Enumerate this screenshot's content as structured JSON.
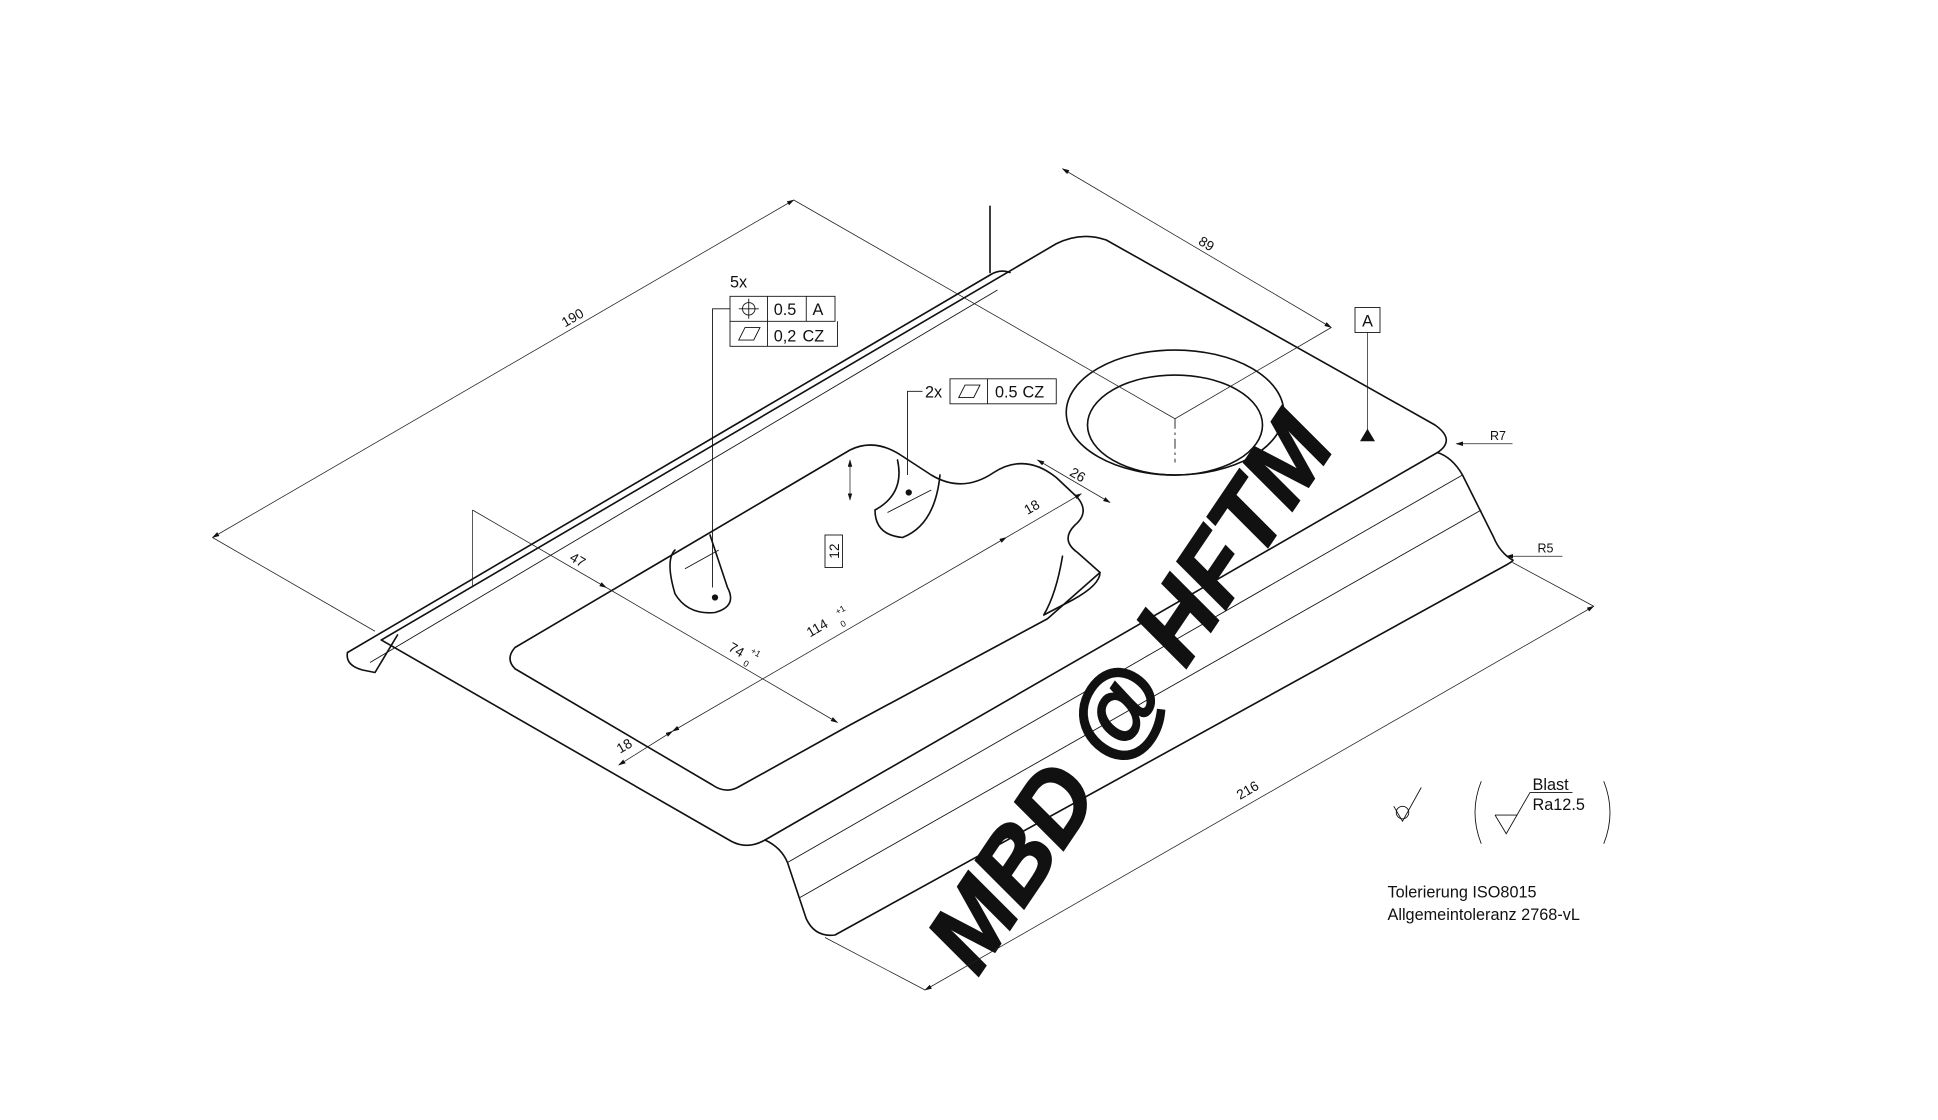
{
  "drawing": {
    "emboss_text": "MBD @ HFTM",
    "dimensions": {
      "length_190": "190",
      "width_89": "89",
      "length_216": "216",
      "offset_47": "47",
      "cutout_114": "114",
      "cutout_114_upper": "+1",
      "cutout_114_lower": "0",
      "cutout_74": "74",
      "cutout_74_upper": "+1",
      "cutout_74_lower": "0",
      "edge_18": "18",
      "notch_26": "26",
      "notch_18": "18",
      "height_12": "12",
      "radius_r7": "R7",
      "radius_r5": "R5"
    },
    "datum": "A",
    "fcf_5x": {
      "count": "5x",
      "position_tol": "0.5",
      "position_datum": "A",
      "flatness_tol": "0,2",
      "flatness_mod": "CZ"
    },
    "fcf_2x": {
      "count": "2x",
      "flatness_tol": "0.5",
      "flatness_mod": "CZ"
    },
    "surface": {
      "process": "Blast",
      "roughness": "Ra12.5"
    },
    "notes": {
      "line1": "Tolerierung ISO8015",
      "line2": "Allgemeintoleranz 2768-vL"
    }
  }
}
